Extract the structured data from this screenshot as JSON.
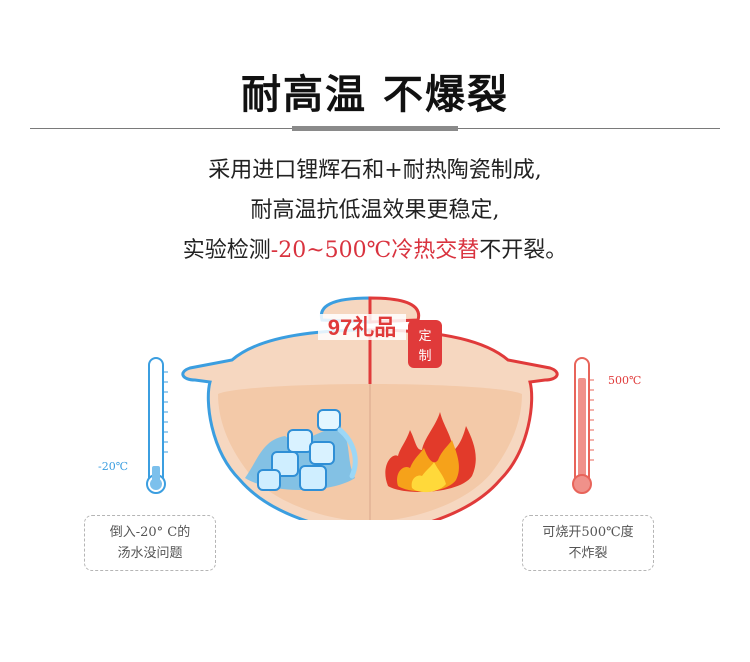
{
  "title": "耐高温 不爆裂",
  "description": {
    "line1": "采用进口锂辉石和+耐热陶瓷制成,",
    "line2": "耐高温抗低温效果更稳定,",
    "line3_before": "实验检测",
    "line3_highlight": "-20~500℃冷热交替",
    "line3_after": "不开裂。"
  },
  "thermometer_cold": {
    "label": "-20℃",
    "color": "#3b9ee0"
  },
  "thermometer_hot": {
    "label": "500℃",
    "color": "#e8645a"
  },
  "stamp": {
    "brand": "97礼品",
    "seal_line1": "定",
    "seal_line2": "制"
  },
  "notes": {
    "left_line1": "倒入-20° C的",
    "left_line2": "汤水没问题",
    "right_line1": "可烧开500℃度",
    "right_line2": "不炸裂"
  },
  "colors": {
    "pot_fill": "#f6d7c0",
    "pot_inner": "#f3c9a8",
    "cold_outline": "#3b9ee0",
    "hot_outline": "#e03a3a"
  }
}
